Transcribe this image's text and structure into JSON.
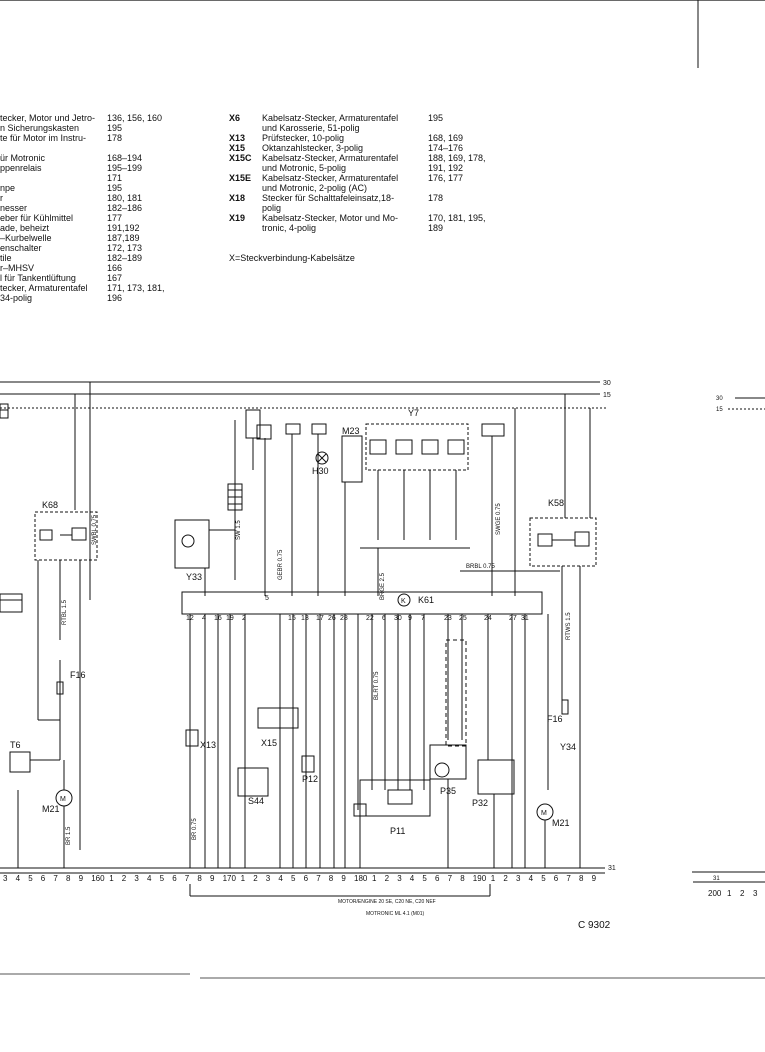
{
  "legend_left": [
    {
      "desc": "tecker, Motor und Jetro-",
      "pages": "136, 156, 160"
    },
    {
      "desc": "n Sicherungskasten",
      "pages": "195"
    },
    {
      "desc": "te für Motor im Instru-",
      "pages": "178"
    },
    {
      "desc": "",
      "pages": ""
    },
    {
      "desc": "ür Motronic",
      "pages": "168–194"
    },
    {
      "desc": "ppenrelais",
      "pages": "195–199"
    },
    {
      "desc": "",
      "pages": "171"
    },
    {
      "desc": "npe",
      "pages": "195"
    },
    {
      "desc": "r",
      "pages": "180, 181"
    },
    {
      "desc": "nesser",
      "pages": "182–186"
    },
    {
      "desc": "eber für Kühlmittel",
      "pages": "177"
    },
    {
      "desc": "ade, beheizt",
      "pages": "191,192"
    },
    {
      "desc": "–Kurbelwelle",
      "pages": "187,189"
    },
    {
      "desc": "enschalter",
      "pages": "172, 173"
    },
    {
      "desc": "tile",
      "pages": "182–189"
    },
    {
      "desc": "r–MHSV",
      "pages": "166"
    },
    {
      "desc": "l für Tankentlüftung",
      "pages": "167"
    },
    {
      "desc": "tecker, Armaturentafel",
      "pages": "171, 173, 181,"
    },
    {
      "desc": "34-polig",
      "pages": "196"
    }
  ],
  "legend_right": [
    {
      "code": "X6",
      "desc": "Kabelsatz-Stecker, Armaturentafel",
      "pages": "195"
    },
    {
      "code": "",
      "desc": "und Karosserie, 51-polig",
      "pages": ""
    },
    {
      "code": "X13",
      "desc": "Prüfstecker, 10-polig",
      "pages": "168, 169"
    },
    {
      "code": "X15",
      "desc": "Oktanzahlstecker, 3-polig",
      "pages": "174–176"
    },
    {
      "code": "X15C",
      "desc": "Kabelsatz-Stecker, Armaturentafel",
      "pages": "188, 169, 178,"
    },
    {
      "code": "",
      "desc": "und Motronic, 5-polig",
      "pages": "191, 192"
    },
    {
      "code": "X15E",
      "desc": "Kabelsatz-Stecker, Armaturentafel",
      "pages": "176, 177"
    },
    {
      "code": "",
      "desc": "und Motronic, 2-polig (AC)",
      "pages": ""
    },
    {
      "code": "X18",
      "desc": "Stecker für Schalttafeleinsatz,18-",
      "pages": "178"
    },
    {
      "code": "",
      "desc": "polig",
      "pages": ""
    },
    {
      "code": "X19",
      "desc": "Kabelsatz-Stecker, Motor und Mo-",
      "pages": "170, 181, 195,"
    },
    {
      "code": "",
      "desc": "tronic, 4-polig",
      "pages": "189"
    }
  ],
  "legend_note": "X=Steckverbindung-Kabelsätze",
  "bus_labels": {
    "top": "30",
    "second": "15",
    "bottom": "31",
    "right_top": "30",
    "right_second": "15",
    "right_bottom": "31"
  },
  "components": {
    "k68": "K68",
    "k58": "K58",
    "k61": "K61",
    "y7": "Y7",
    "y33": "Y33",
    "y34": "Y34",
    "m21_left": "M21",
    "m21_right": "M21",
    "f16_left": "F16",
    "f16_right": "F16",
    "h30": "H30",
    "m23": "M23",
    "x13": "X13",
    "x15": "X15",
    "s44": "S44",
    "p12": "P12",
    "p11": "P11",
    "p35": "P35",
    "p32": "P32",
    "t6": "T6"
  },
  "pin_numbers": [
    "12",
    "4",
    "16",
    "19",
    "2",
    "5",
    "15",
    "13",
    "17",
    "26",
    "28",
    "22",
    "6",
    "30",
    "9",
    "7",
    "23",
    "25",
    "24",
    "27",
    "31"
  ],
  "wire_labels": [
    "SWBL 0.75",
    "RTBL 1.5",
    "BRGE 2.5",
    "BRBL 0.75",
    "SWGE 0.75",
    "GEBR 0.75",
    "BLRT 0.75",
    "RTWS 1.5",
    "SW 1.5",
    "BR 0.75",
    "BR 1.5"
  ],
  "scale": {
    "group_a": [
      "3",
      "4",
      "5",
      "6",
      "7",
      "8",
      "9"
    ],
    "mark_160": "160",
    "group_b": [
      "1",
      "2",
      "3",
      "4",
      "5",
      "6",
      "7",
      "8",
      "9"
    ],
    "mark_170": "170",
    "group_c": [
      "1",
      "2",
      "3",
      "4",
      "5",
      "6",
      "7",
      "8",
      "9"
    ],
    "mark_180": "180",
    "group_d": [
      "1",
      "2",
      "3",
      "4",
      "5",
      "6",
      "7",
      "8"
    ],
    "mark_190": "190",
    "group_e": [
      "1",
      "2",
      "3",
      "4",
      "5",
      "6",
      "7",
      "8",
      "9"
    ],
    "right_mark": "200",
    "right_group": [
      "1",
      "2",
      "3"
    ]
  },
  "engine_note": "MOTOR/ENGINE 20 SE, C20 NE, C20 NEF",
  "motronic_note": "MOTRONIC ML 4.1 (M01)",
  "sheet_code": "C 9302"
}
